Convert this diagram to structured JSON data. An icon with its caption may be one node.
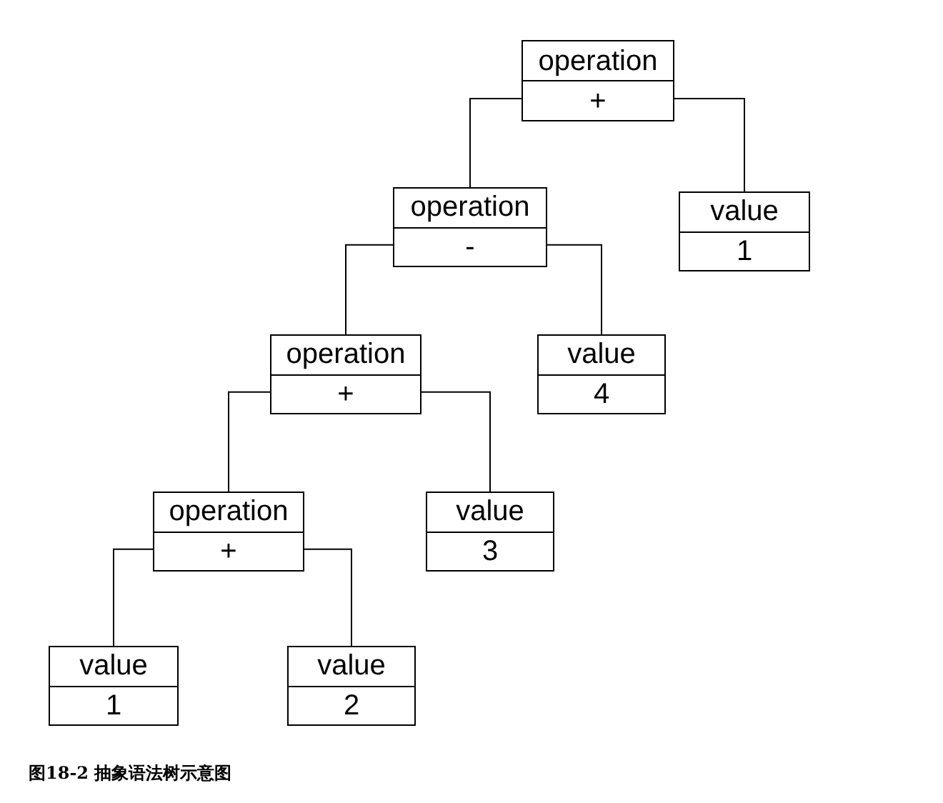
{
  "diagram": {
    "caption": "图18-2 抽象语法树示意图",
    "nodes": [
      {
        "text": [
          "operation",
          "+"
        ]
      },
      {
        "text": [
          "operation",
          "-"
        ]
      },
      {
        "text": [
          "value",
          "1"
        ]
      },
      {
        "text": [
          "operation",
          "+"
        ]
      },
      {
        "text": [
          "value",
          "4"
        ]
      },
      {
        "text": [
          "operation",
          "+"
        ]
      },
      {
        "text": [
          "value",
          "3"
        ]
      },
      {
        "text": [
          "value",
          "1"
        ]
      },
      {
        "text": [
          "value",
          "2"
        ]
      }
    ],
    "edges": [
      {
        "from": 0,
        "to": 1,
        "arrow": "none"
      },
      {
        "from": 0,
        "to": 2,
        "arrow": "none"
      },
      {
        "from": 1,
        "to": 3,
        "arrow": "none"
      },
      {
        "from": 1,
        "to": 4,
        "arrow": "none"
      },
      {
        "from": 3,
        "to": 5,
        "arrow": "none"
      },
      {
        "from": 3,
        "to": 6,
        "arrow": "none"
      },
      {
        "from": 5,
        "to": 7,
        "arrow": "none"
      },
      {
        "from": 5,
        "to": 8,
        "arrow": "none"
      }
    ]
  }
}
